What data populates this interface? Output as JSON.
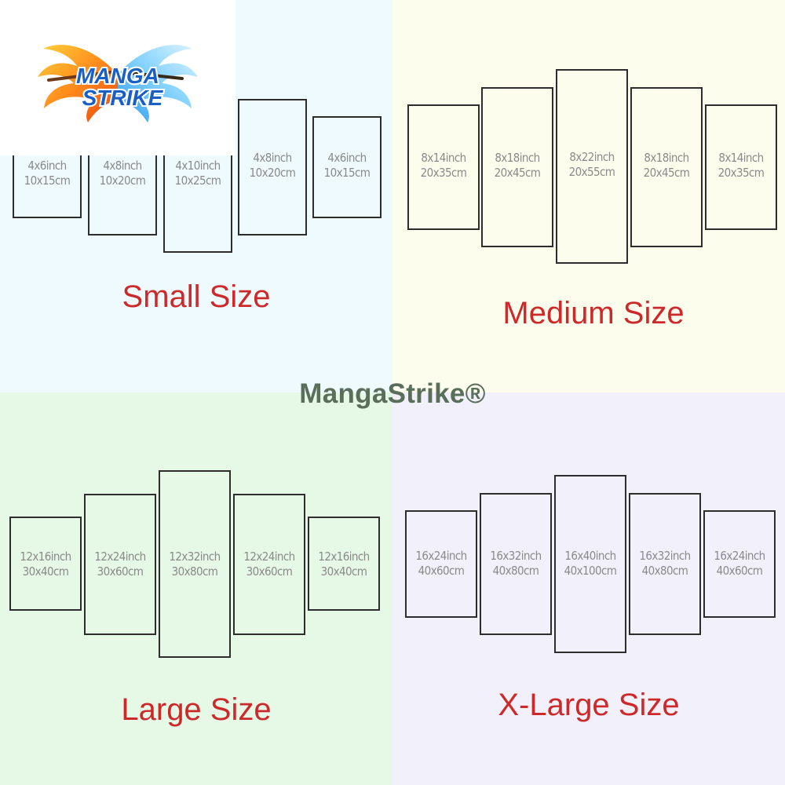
{
  "logo": {
    "line1": "MANGA",
    "line2": "STRIKE"
  },
  "watermark": "MangaStrike®",
  "sizes": {
    "small": {
      "title": "Small Size",
      "panels": [
        {
          "inch": "4x6inch",
          "cm": "10x15cm"
        },
        {
          "inch": "4x8inch",
          "cm": "10x20cm"
        },
        {
          "inch": "4x10inch",
          "cm": "10x25cm"
        },
        {
          "inch": "4x8inch",
          "cm": "10x20cm"
        },
        {
          "inch": "4x6inch",
          "cm": "10x15cm"
        }
      ]
    },
    "medium": {
      "title": "Medium Size",
      "panels": [
        {
          "inch": "8x14inch",
          "cm": "20x35cm"
        },
        {
          "inch": "8x18inch",
          "cm": "20x45cm"
        },
        {
          "inch": "8x22inch",
          "cm": "20x55cm"
        },
        {
          "inch": "8x18inch",
          "cm": "20x45cm"
        },
        {
          "inch": "8x14inch",
          "cm": "20x35cm"
        }
      ]
    },
    "large": {
      "title": "Large Size",
      "panels": [
        {
          "inch": "12x16inch",
          "cm": "30x40cm"
        },
        {
          "inch": "12x24inch",
          "cm": "30x60cm"
        },
        {
          "inch": "12x32inch",
          "cm": "30x80cm"
        },
        {
          "inch": "12x24inch",
          "cm": "30x60cm"
        },
        {
          "inch": "12x16inch",
          "cm": "30x40cm"
        }
      ]
    },
    "xlarge": {
      "title": "X-Large Size",
      "panels": [
        {
          "inch": "16x24inch",
          "cm": "40x60cm"
        },
        {
          "inch": "16x32inch",
          "cm": "40x80cm"
        },
        {
          "inch": "16x40inch",
          "cm": "40x100cm"
        },
        {
          "inch": "16x32inch",
          "cm": "40x80cm"
        },
        {
          "inch": "16x24inch",
          "cm": "40x60cm"
        }
      ]
    }
  },
  "colors": {
    "title_red": "#cc2a2a",
    "panel_border": "#2d2d2d",
    "label_gray": "#8a8a8a",
    "watermark_green": "#5a6e5c"
  }
}
